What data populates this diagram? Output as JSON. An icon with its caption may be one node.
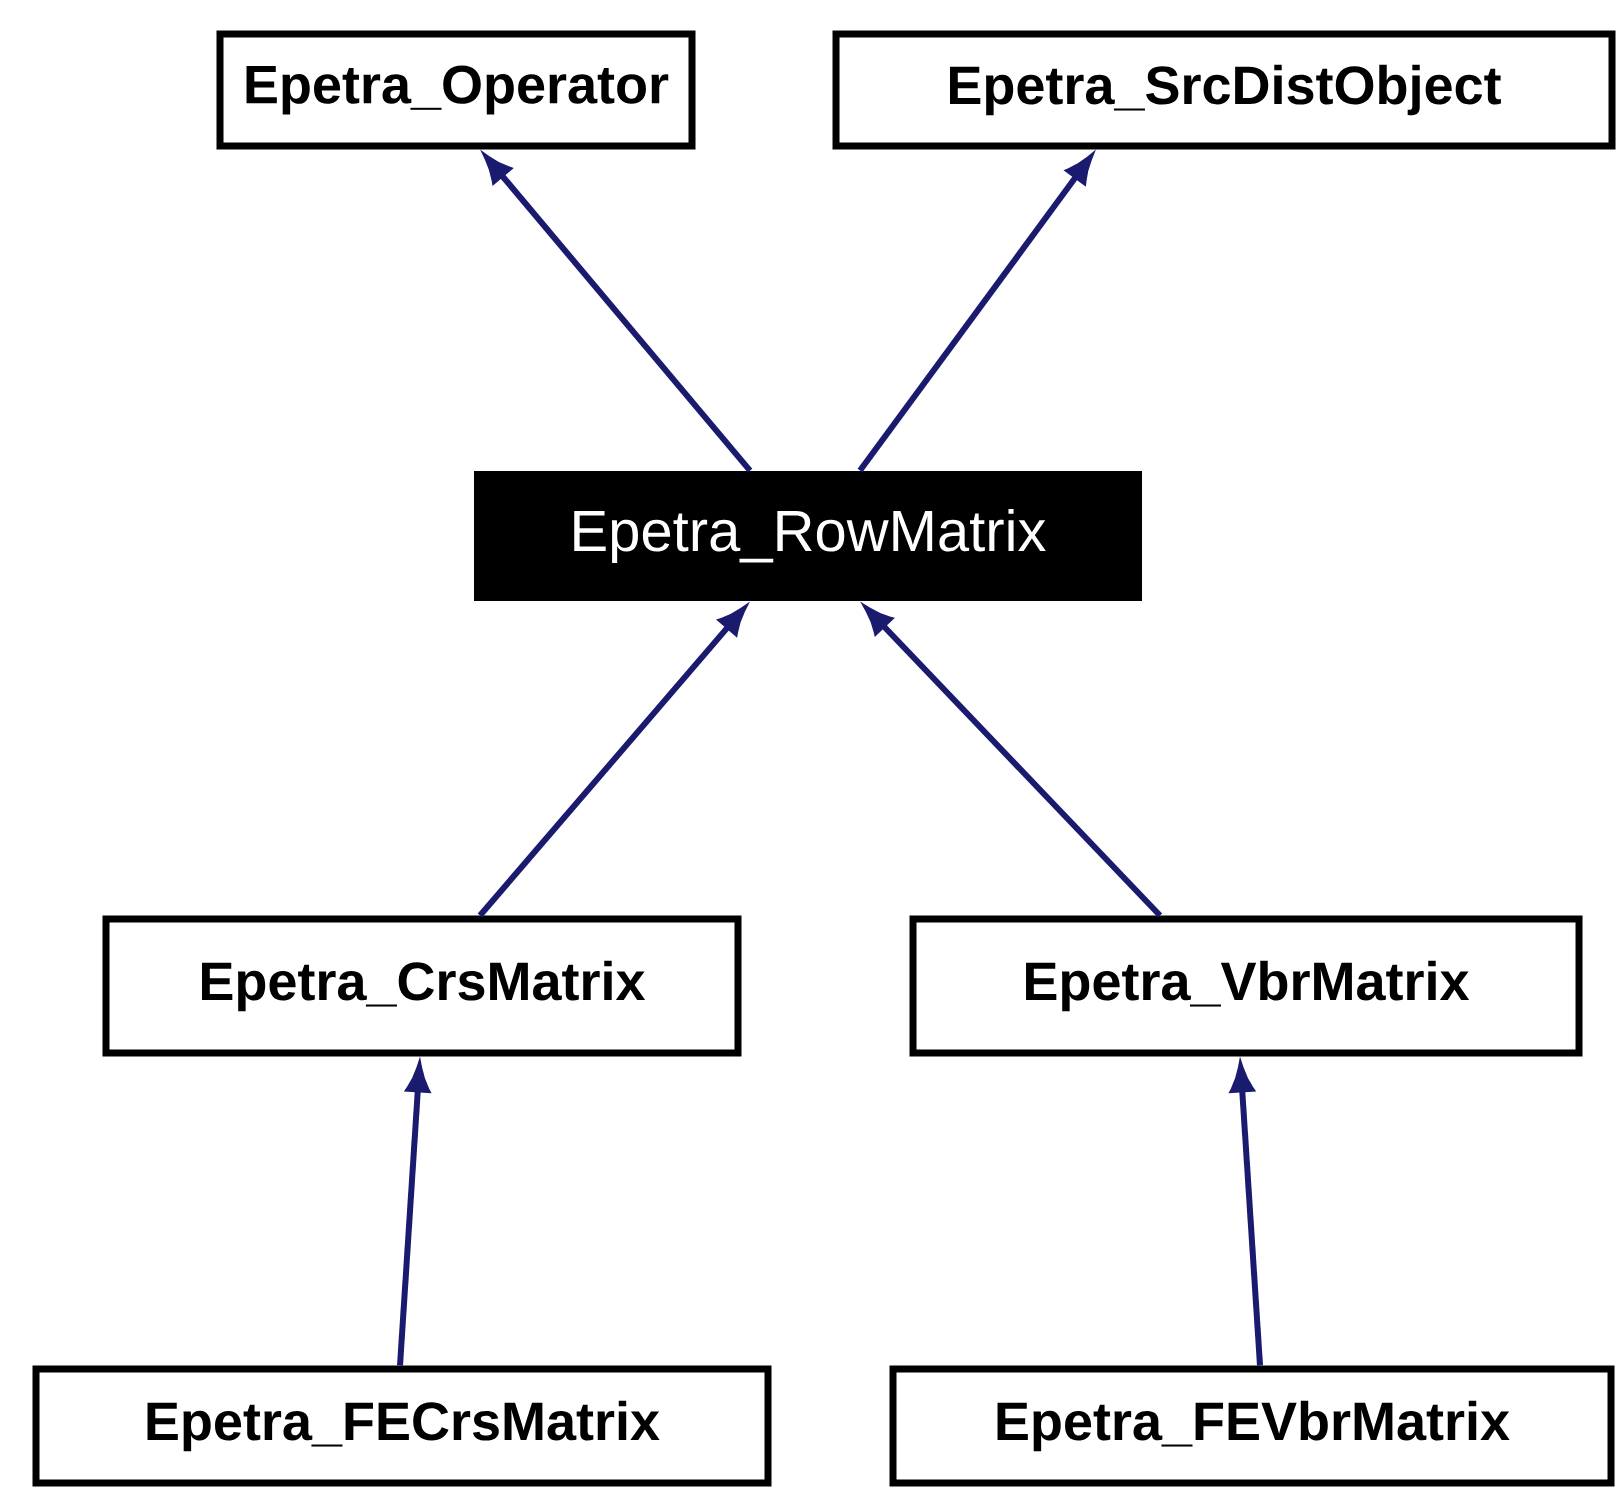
{
  "diagram": {
    "nodes": [
      {
        "text": [
          "Epetra_Operator"
        ]
      },
      {
        "text": [
          "Epetra_SrcDistObject"
        ]
      },
      {
        "text": [
          "Epetra_RowMatrix"
        ]
      },
      {
        "text": [
          "Epetra_CrsMatrix"
        ]
      },
      {
        "text": [
          "Epetra_VbrMatrix"
        ]
      },
      {
        "text": [
          "Epetra_FECrsMatrix"
        ]
      },
      {
        "text": [
          "Epetra_FEVbrMatrix"
        ]
      }
    ],
    "edges": [
      {
        "from": 2,
        "to": 0,
        "arrow": "to"
      },
      {
        "from": 2,
        "to": 1,
        "arrow": "to"
      },
      {
        "from": 3,
        "to": 2,
        "arrow": "to"
      },
      {
        "from": 4,
        "to": 2,
        "arrow": "to"
      },
      {
        "from": 5,
        "to": 3,
        "arrow": "to"
      },
      {
        "from": 6,
        "to": 4,
        "arrow": "to"
      }
    ]
  }
}
